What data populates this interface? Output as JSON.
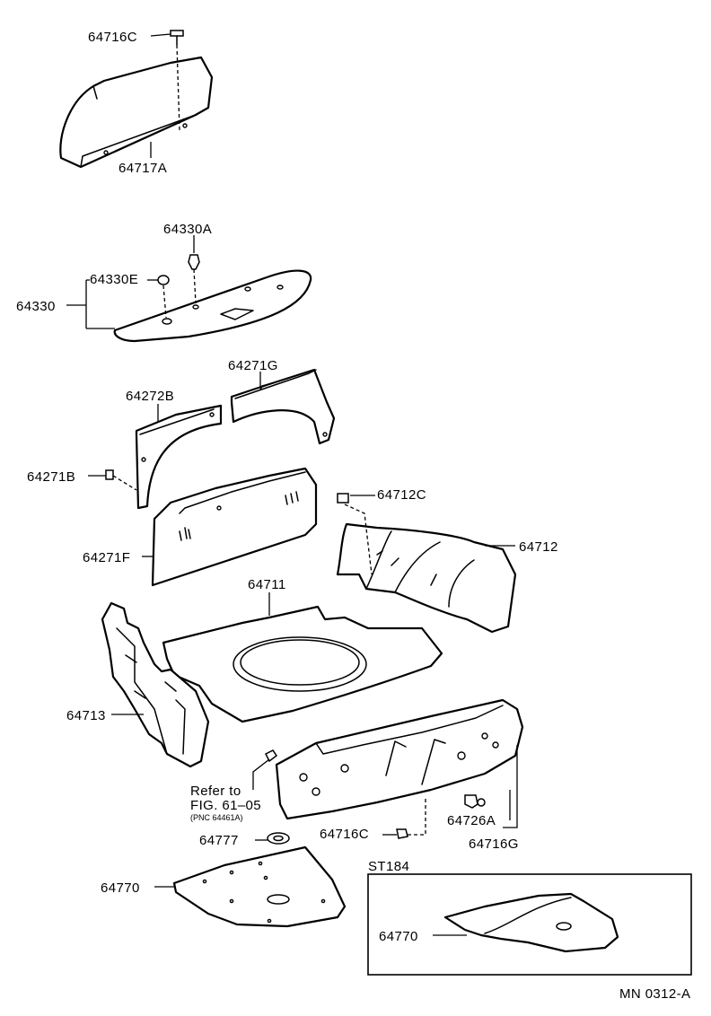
{
  "figure_code": "MN 0312-A",
  "inset": {
    "label": "ST184"
  },
  "reference": {
    "line1": "Refer to",
    "line2": "FIG. 61–05",
    "line3": "(PNC 64461A)"
  },
  "labels": {
    "p64716C_top": "64716C",
    "p64717A": "64717A",
    "p64330A": "64330A",
    "p64330E": "64330E",
    "p64330": "64330",
    "p64271G": "64271G",
    "p64272B": "64272B",
    "p64271B": "64271B",
    "p64712C": "64712C",
    "p64271F": "64271F",
    "p64712": "64712",
    "p64711": "64711",
    "p64713": "64713",
    "p64726A": "64726A",
    "p64716C_bottom": "64716C",
    "p64716G": "64716G",
    "p64777": "64777",
    "p64770": "64770",
    "p64770_inset": "64770"
  }
}
